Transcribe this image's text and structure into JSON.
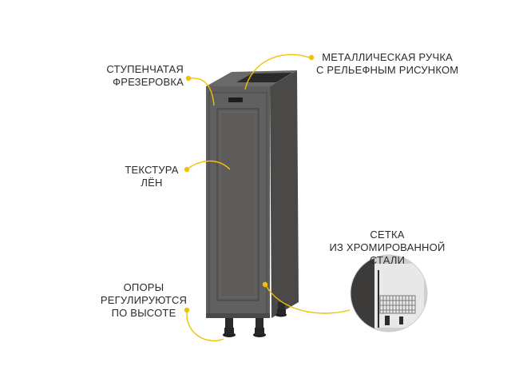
{
  "labels": {
    "milling": {
      "line1": "СТУПЕНЧАТАЯ",
      "line2": "ФРЕЗЕРОВКА"
    },
    "handle": {
      "line1": "МЕТАЛЛИЧЕСКАЯ РУЧКА",
      "line2": "С РЕЛЬЕФНЫМ РИСУНКОМ"
    },
    "texture": {
      "line1": "ТЕКСТУРА",
      "line2": "ЛЁН"
    },
    "mesh": {
      "line1": "СЕТКА",
      "line2": "ИЗ ХРОМИРОВАННОЙ",
      "line3": "СТАЛИ"
    },
    "legs": {
      "line1": "ОПОРЫ",
      "line2": "РЕГУЛИРУЮТСЯ",
      "line3": "ПО ВЫСОТЕ"
    }
  },
  "colors": {
    "accent": "#f2c200",
    "cabinet_front": "#5f5e5c",
    "cabinet_side": "#4f4e4c",
    "text": "#2b2b2b"
  }
}
